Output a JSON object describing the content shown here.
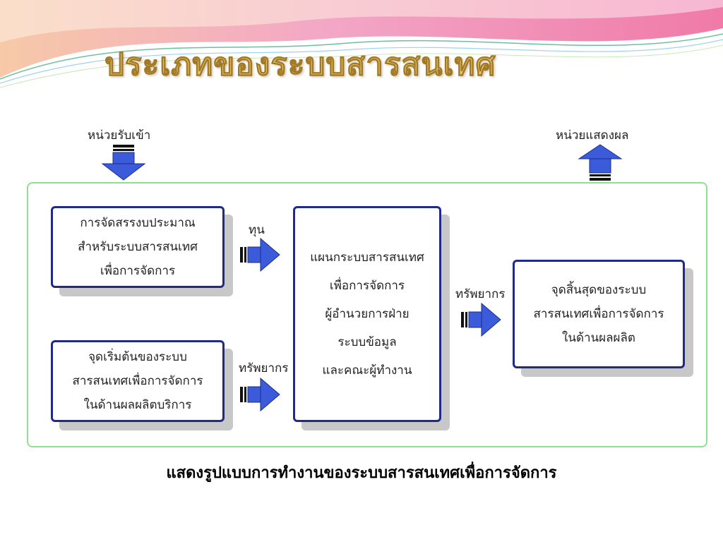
{
  "slide": {
    "title": "ประเภทของระบบสารสนเทศ",
    "caption": "แสดงรูปแบบการทำงานของระบบสารสนเทศเพื่อการจัดการ"
  },
  "diagram": {
    "input_label": "หน่วยรับเข้า",
    "output_label": "หน่วยแสดงผล",
    "budget_box": [
      "การจัดสรรงบประมาณ",
      "สำหรับระบบสารสนเทศ",
      "เพื่อการจัดการ"
    ],
    "start_box": [
      "จุดเริ่มต้นของระบบ",
      "สารสนเทศเพื่อการจัดการ",
      "ในด้านผลผลิตบริการ"
    ],
    "center_box": [
      "แผนกระบบสารสนเทศ",
      "เพื่อการจัดการ",
      "ผู้อำนวยการฝ่าย",
      "ระบบข้อมูล",
      "และคณะผู้ทำงาน"
    ],
    "end_box": [
      "จุดสิ้นสุดของระบบ",
      "สารสนเทศเพื่อการจัดการ",
      "ในด้านผลผลิต"
    ],
    "arrow_label_capital": "ทุน",
    "arrow_label_resources_left": "ทรัพยากร",
    "arrow_label_resources_right": "ทรัพยากร"
  },
  "colors": {
    "title_fill": "#e8c66e",
    "box_border": "#1f2a8a",
    "arrow_fill": "#3b5bdb",
    "frame_border": "#8fe08f"
  }
}
